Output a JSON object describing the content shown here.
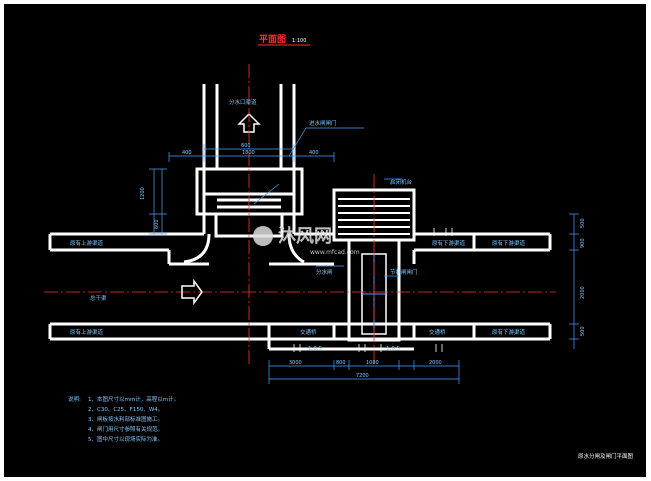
{
  "drawing": {
    "title": "平面图",
    "scale": "1:100",
    "labels": {
      "channel_upper": "原有上游渠道",
      "channel_lower": "原有下游渠道",
      "main_channel": "总干渠",
      "branch_channel": "分水口渠道",
      "gate_upper": "进水闸闸门",
      "gate_lower": "节制闸闸门",
      "pedestal": "启闭机台",
      "sluice": "分水闸",
      "road_left": "交通桥",
      "road_right": "交通桥",
      "slope_left": "1:0.5",
      "slope_right": "1:0.5",
      "top_ditch": "原有下游渠道",
      "right_ditch": "原有下游渠道"
    },
    "dims": {
      "top_a": "1800",
      "top_b": "400",
      "top_c": "600",
      "top_d": "400",
      "bot_a": "3000",
      "bot_b": "800",
      "bot_c": "1000",
      "bot_d": "2000",
      "bot_total": "7200",
      "right_a": "500",
      "right_b": "900",
      "right_c": "2000",
      "right_d": "500",
      "left_a": "1200",
      "left_b": "600"
    },
    "notes": {
      "heading": "说明:",
      "items": [
        "1、本图尺寸以mm计，高程以m计。",
        "2、C30、C25、F150、W4。",
        "3、闸板按水利部标准图施工。",
        "4、闸门用尺寸参照有关规范。",
        "5、图中尺寸以现场实际为准。"
      ]
    },
    "footer": "原水分闸及闸门平面图",
    "watermark": "沐风网",
    "watermark_url": "www.mfcad.com"
  }
}
